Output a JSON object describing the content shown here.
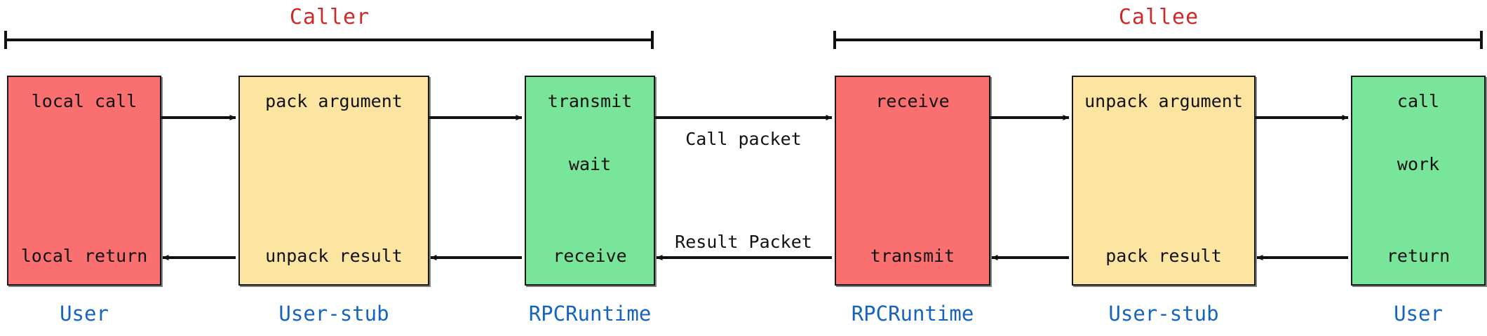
{
  "diagram": {
    "title_caller": "Caller",
    "title_callee": "Callee",
    "accent_header": "#cc2a2a",
    "accent_caption": "#1565c0",
    "color_red": "#fa7070",
    "color_yellow": "#fbe5a0",
    "color_green": "#79e59a",
    "stroke": "#1a1a1a"
  },
  "columns": [
    {
      "id": "caller-user",
      "caption": "User",
      "color": "#fa7070",
      "steps": {
        "top": "local call",
        "mid": "",
        "bottom": "local return"
      }
    },
    {
      "id": "caller-user-stub",
      "caption": "User-stub",
      "color": "#fbe5a0",
      "steps": {
        "top": "pack argument",
        "mid": "",
        "bottom": "unpack result"
      }
    },
    {
      "id": "caller-rpcruntime",
      "caption": "RPCRuntime",
      "color": "#79e59a",
      "steps": {
        "top": "transmit",
        "mid": "wait",
        "bottom": "receive"
      }
    },
    {
      "id": "callee-rpcruntime",
      "caption": "RPCRuntime",
      "color": "#fa7070",
      "steps": {
        "top": "receive",
        "mid": "",
        "bottom": "transmit"
      }
    },
    {
      "id": "callee-user-stub",
      "caption": "User-stub",
      "color": "#fbe5a0",
      "steps": {
        "top": "unpack argument",
        "mid": "",
        "bottom": "pack result"
      }
    },
    {
      "id": "callee-user",
      "caption": "User",
      "color": "#79e59a",
      "steps": {
        "top": "call",
        "mid": "work",
        "bottom": "return"
      }
    }
  ],
  "packets": {
    "call": "Call packet",
    "result": "Result Packet"
  }
}
